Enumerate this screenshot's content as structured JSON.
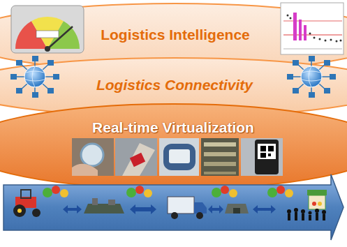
{
  "diagram": {
    "nodes": [
      {
        "text": [
          "Logistics Intelligence"
        ]
      },
      {
        "text": [
          "Logistics Connectivity"
        ]
      },
      {
        "text": [
          "Real-time Virtualization"
        ]
      }
    ]
  }
}
